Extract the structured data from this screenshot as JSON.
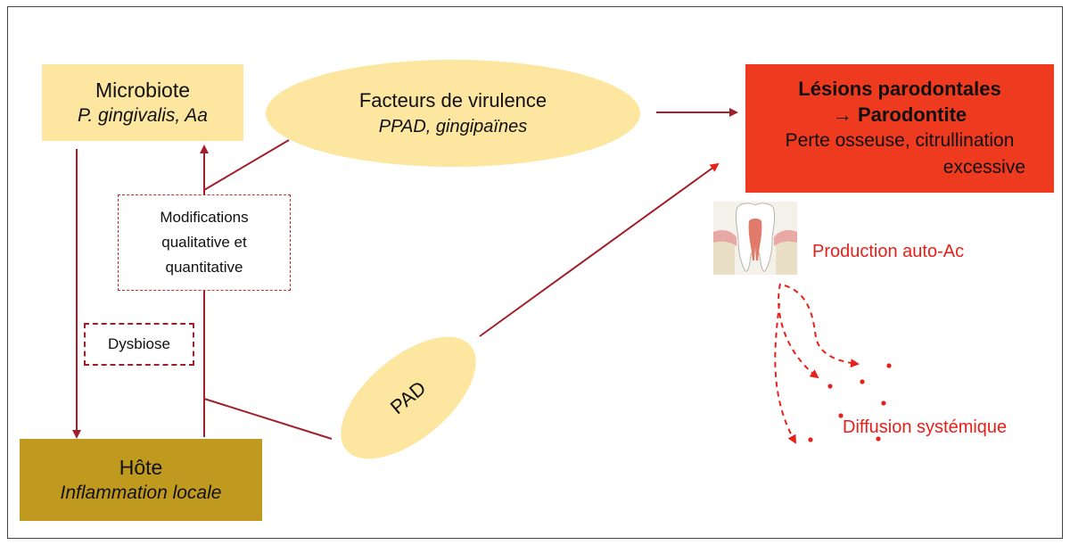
{
  "microbiote": {
    "title": "Microbiote",
    "subtitle": "P. gingivalis, Aa"
  },
  "facteurs": {
    "title": "Facteurs de virulence",
    "subtitle": "PPAD, gingipaïnes"
  },
  "lesions": {
    "line1": "Lésions parodontales",
    "line2": "→ Parodontite",
    "line3": "Perte osseuse, citrullination",
    "line4": "excessive"
  },
  "modifications": {
    "line1": "Modifications",
    "line2": "qualitative et",
    "line3": "quantitative"
  },
  "dysbiose": "Dysbiose",
  "pad": "PAD",
  "hote": {
    "title": "Hôte",
    "subtitle": "Inflammation locale"
  },
  "production": "Production auto-Ac",
  "diffusion": "Diffusion systémique",
  "colors": {
    "box_light": "#fce6a0",
    "box_dark": "#c09a1e",
    "lesions": "#ee3a1e",
    "arrow": "#a0202a",
    "red_text": "#e8201a"
  },
  "icons": {
    "tooth": "tooth-icon"
  }
}
